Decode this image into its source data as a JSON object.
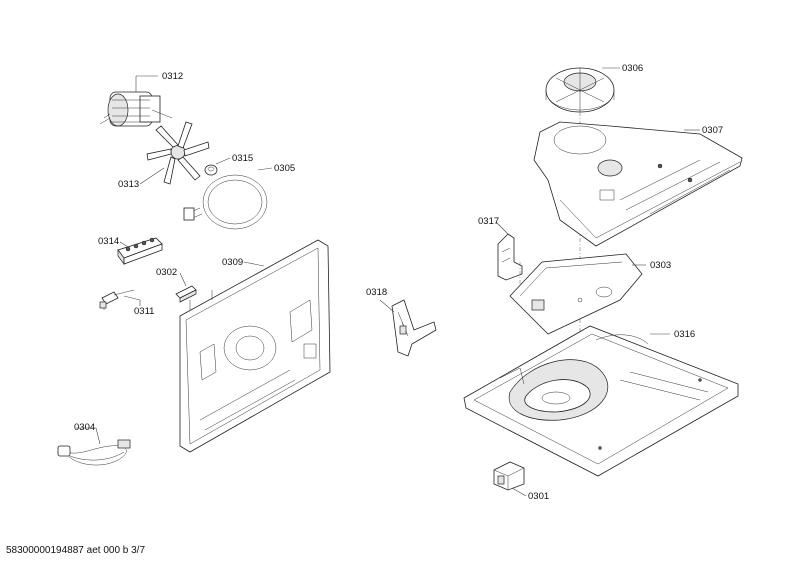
{
  "parts": [
    {
      "id": "p0312",
      "label": "0312",
      "name": "motor"
    },
    {
      "id": "p0313",
      "label": "0313",
      "name": "fan-wheel"
    },
    {
      "id": "p0315",
      "label": "0315",
      "name": "nut"
    },
    {
      "id": "p0305",
      "label": "0305",
      "name": "ring-heater"
    },
    {
      "id": "p0314",
      "label": "0314",
      "name": "terminal-block"
    },
    {
      "id": "p0302",
      "label": "0302",
      "name": "clip"
    },
    {
      "id": "p0311",
      "label": "0311",
      "name": "connector"
    },
    {
      "id": "p0309",
      "label": "0309",
      "name": "rear-panel"
    },
    {
      "id": "p0304",
      "label": "0304",
      "name": "mains-cable"
    },
    {
      "id": "p0318",
      "label": "0318",
      "name": "bracket"
    },
    {
      "id": "p0317",
      "label": "0317",
      "name": "bracket-small"
    },
    {
      "id": "p0306",
      "label": "0306",
      "name": "cooling-fan"
    },
    {
      "id": "p0307",
      "label": "0307",
      "name": "fan-housing"
    },
    {
      "id": "p0303",
      "label": "0303",
      "name": "insulation-plate"
    },
    {
      "id": "p0316",
      "label": "0316",
      "name": "base-plate"
    },
    {
      "id": "p0301",
      "label": "0301",
      "name": "foot"
    }
  ],
  "footer": "58300000194887 aet 000 b 3/7"
}
